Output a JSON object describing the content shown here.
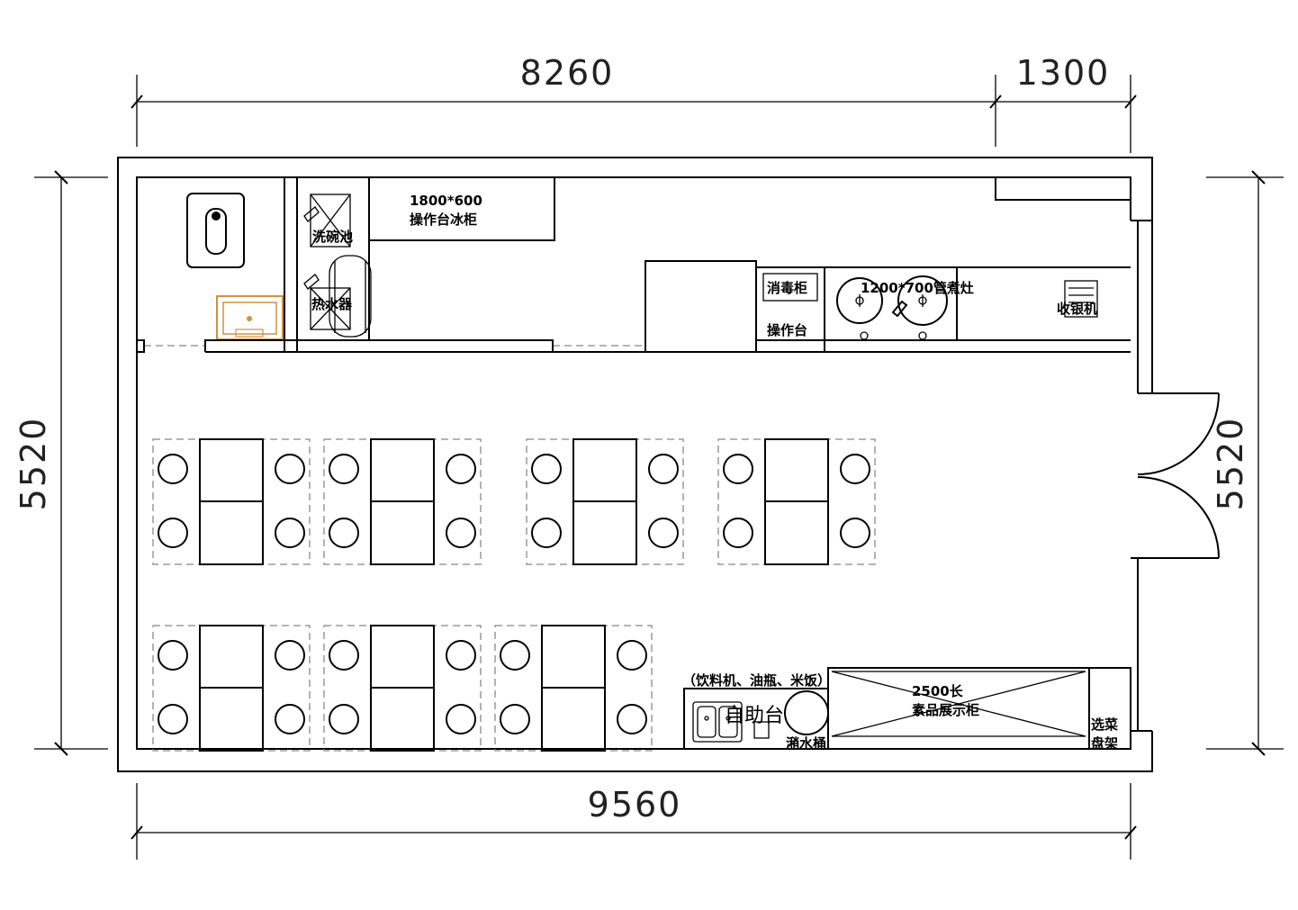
{
  "dimensions": {
    "top_left": "8260",
    "top_right": "1300",
    "bottom": "9560",
    "left": "5520",
    "right": "5520"
  },
  "labels": {
    "fridge_size": "1800*600",
    "fridge_name": "操作台冰柜",
    "sink": "洗碗池",
    "water_heater": "热水器",
    "cabinet": "消毒柜",
    "prep_table": "操作台",
    "stove": "1200*700管煮灶",
    "cashier": "收银机",
    "self_service_note": "（饮料机、油瓶、米饭）",
    "self_service": "自助台",
    "trash": "潲水桶",
    "display_size": "2500长",
    "display_name": "素品展示柜",
    "shelf_line1": "选菜",
    "shelf_line2": "盘架"
  },
  "table_group_count": 7
}
